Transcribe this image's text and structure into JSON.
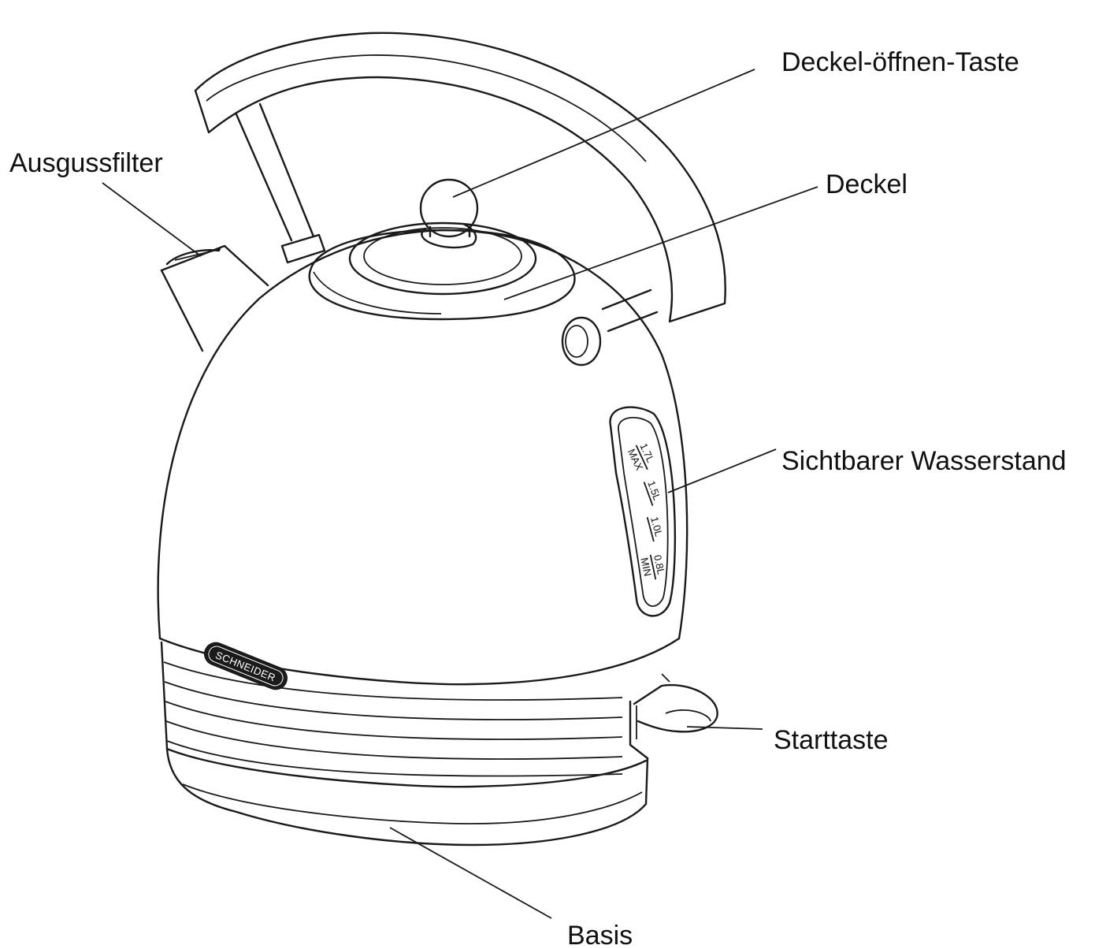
{
  "labels": {
    "ausgussfilter": "Ausgussfilter",
    "deckel_oeffnen_taste": "Deckel-öffnen-Taste",
    "deckel": "Deckel",
    "sichtbarer_wasserstand": "Sichtbarer Wasserstand",
    "starttaste": "Starttaste",
    "basis": "Basis"
  },
  "water_gauge": {
    "marks": [
      {
        "value": "1.7L",
        "sub": "MAX"
      },
      {
        "value": "1.5L",
        "sub": ""
      },
      {
        "value": "1.0L",
        "sub": ""
      },
      {
        "value": "0.8L",
        "sub": "MIN"
      }
    ]
  },
  "logo": "SCHNEIDER"
}
